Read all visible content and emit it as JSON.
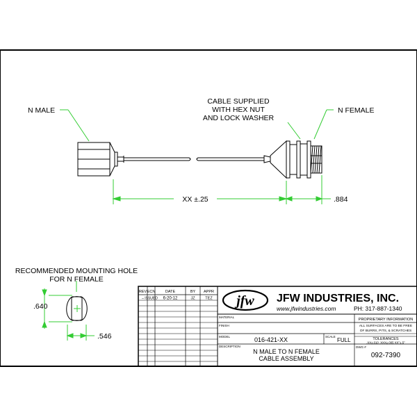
{
  "drawing": {
    "labels": {
      "n_male": "N MALE",
      "n_female": "N FEMALE",
      "cable_note_1": "CABLE SUPPLIED",
      "cable_note_2": "WITH HEX NUT",
      "cable_note_3": "AND LOCK WASHER",
      "length_dim": "XX ±.25",
      "female_dim": ".884",
      "mount_title_1": "RECOMMENDED MOUNTING HOLE",
      "mount_title_2": "FOR N FEMALE",
      "mount_dim_h": ".640",
      "mount_dim_w": ".546"
    }
  },
  "revision_block": {
    "headers": [
      "REV",
      "ECN",
      "DATE",
      "BY",
      "APPR"
    ],
    "rows": [
      [
        "–",
        "ISSUED",
        "6-20-12",
        "JZ",
        "TEZ"
      ]
    ]
  },
  "title_block": {
    "logo_text": "jfw",
    "company": "JFW INDUSTRIES, INC.",
    "website": "www.jfwindustries.com",
    "phone": "PH: 317-887-1340",
    "material_label": "MATERIAL",
    "finish_label": "FINISH",
    "model_label": "MODEL",
    "model_value": "016-421-XX",
    "scale_label": "SCALE",
    "scale_value": "FULL",
    "description_label": "DESCRIPTION",
    "description_line1": "N MALE TO N FEMALE",
    "description_line2": "CABLE ASSEMBLY",
    "proprietary": "PROPRIETARY INFORMATION",
    "surfaces_1": "ALL SURFACES ARE TO BE FREE",
    "surfaces_2": "OF BURRS, PITS, & SCRATCHES",
    "tolerances_label": "TOLERANCES",
    "tolerances_values": ".XX±.010  .XXX±.005  XX°±.5°",
    "dwg_label": "DWG #",
    "dwg_value": "092-7390"
  },
  "colors": {
    "leader_green": "#33cc33",
    "line_black": "#000000"
  }
}
